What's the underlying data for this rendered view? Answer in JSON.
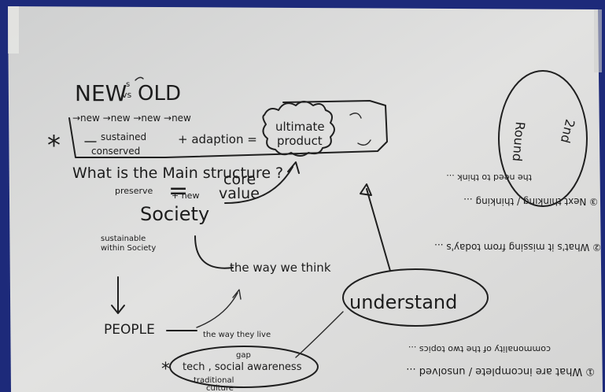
{
  "sketch": {
    "title_new": "NEW",
    "title_vs": "vs",
    "title_old": "OLD",
    "title_small": "s",
    "arrow_chain": "→new →new →new →new",
    "sustained": "sustained",
    "conserved": "conserved",
    "adaption": "+ adaption =",
    "ultimate": "ultimate",
    "product": "product",
    "main_structure": "What is the Main structure ?",
    "equals": "=",
    "core": "core",
    "value": "value",
    "preserve": "preserve",
    "plus_new": "+ new",
    "society": "Society",
    "sustainable": "sustainable",
    "within_society": "within Society",
    "the_way_we_think": "the way we think",
    "people": "PEOPLE",
    "the_way_they_live": "the way they live",
    "gap": "gap",
    "tech_social": "tech , social awareness",
    "traditional": "traditional",
    "culture": "culture",
    "understand": "understand",
    "round": "Round",
    "second": "2nd",
    "q1_line1": "① What are incomplete / unsolved ...",
    "q1_line2": "commonality of the two topics ...",
    "q2_line1": "② What's it missing from today's ...",
    "q3_line1": "③ Next thinking / thinking ...",
    "q3_line2": "the need to think ...",
    "asterisk": "*"
  },
  "colors": {
    "paper": "#dcdcdc",
    "ink": "#1f1f1f",
    "backdrop": "#1d2a7a"
  }
}
